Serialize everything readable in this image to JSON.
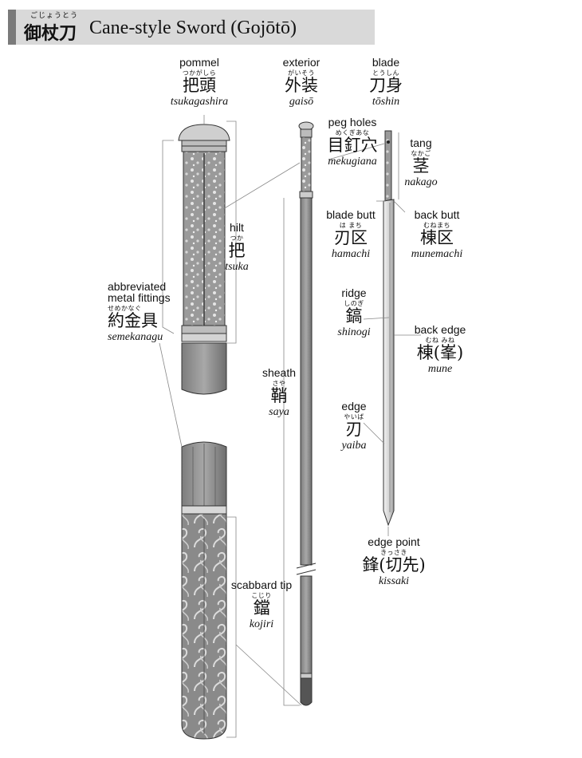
{
  "title": {
    "furigana": "ごじょうとう",
    "kanji": "御杖刀",
    "text": "Cane-style Sword (Gojōtō)"
  },
  "labels": {
    "pommel": {
      "en": "pommel",
      "furigana": "つかがしら",
      "kanji": "把頭",
      "romaji": "tsukagashira"
    },
    "exterior": {
      "en": "exterior",
      "furigana": "がいそう",
      "kanji": "外装",
      "romaji": "gaisō"
    },
    "blade": {
      "en": "blade",
      "furigana": "とうしん",
      "kanji": "刀身",
      "romaji": "tōshin"
    },
    "peg_holes": {
      "en": "peg holes",
      "furigana": "めくぎあな",
      "kanji": "目釘穴",
      "romaji": "mekugiana"
    },
    "tang": {
      "en": "tang",
      "furigana": "なかご",
      "kanji": "茎",
      "romaji": "nakago"
    },
    "hilt": {
      "en": "hilt",
      "furigana": "つか",
      "kanji": "把",
      "romaji": "tsuka"
    },
    "blade_butt": {
      "en": "blade butt",
      "furigana": "は まち",
      "kanji": "刃区",
      "romaji": "hamachi"
    },
    "back_butt": {
      "en": "back butt",
      "furigana": "むねまち",
      "kanji": "棟区",
      "romaji": "munemachi"
    },
    "fittings": {
      "en": "abbreviated",
      "en2": "metal fittings",
      "furigana": "せめかなぐ",
      "kanji": "約金具",
      "romaji": "semekanagu"
    },
    "ridge": {
      "en": "ridge",
      "furigana": "しのぎ",
      "kanji": "鎬",
      "romaji": "shinogi"
    },
    "back_edge": {
      "en": "back edge",
      "furigana": "むね みね",
      "kanji": "棟(峯)",
      "romaji": "mune"
    },
    "sheath": {
      "en": "sheath",
      "furigana": "さや",
      "kanji": "鞘",
      "romaji": "saya"
    },
    "edge": {
      "en": "edge",
      "furigana": "やいば",
      "kanji": "刃",
      "romaji": "yaiba"
    },
    "edge_point": {
      "en": "edge point",
      "furigana": "きっさき",
      "kanji": "鋒(切先)",
      "romaji": "kissaki"
    },
    "scabbard_tip": {
      "en": "scabbard tip",
      "furigana": "こじり",
      "kanji": "鐺",
      "romaji": "kojiri"
    }
  }
}
